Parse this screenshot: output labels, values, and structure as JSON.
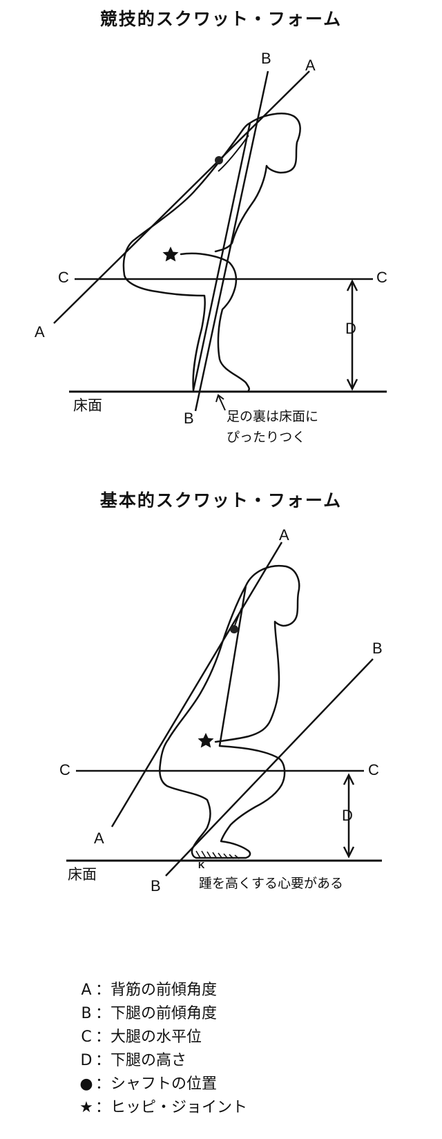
{
  "competitive": {
    "title": "競技的スクワット・フォーム",
    "labels": {
      "A_top": "A",
      "A_bottom": "A",
      "B_top": "B",
      "B_bottom": "B",
      "C_left": "C",
      "C_right": "C",
      "D": "D"
    },
    "floor": "床面",
    "note": "足の裏は床面に\nぴったりつく"
  },
  "basic": {
    "title": "基本的スクワット・フォーム",
    "labels": {
      "A_top": "A",
      "A_bottom": "A",
      "B_top": "B",
      "B_bottom": "B",
      "C_left": "C",
      "C_right": "C",
      "D": "D"
    },
    "floor": "床面",
    "note": "踵を高くする心要がある",
    "heel_mark": "K"
  },
  "legend": [
    {
      "key": "A",
      "text": "背筋の前傾角度"
    },
    {
      "key": "B",
      "text": "下腿の前傾角度"
    },
    {
      "key": "C",
      "text": "大腿の水平位"
    },
    {
      "key": "D",
      "text": "下腿の高さ"
    },
    {
      "key": "●",
      "text": "シャフトの位置"
    },
    {
      "key": "★",
      "text": "ヒッピ・ジョイント"
    }
  ],
  "legend_separator": "：",
  "colors": {
    "ink": "#111111",
    "background": "#ffffff"
  }
}
